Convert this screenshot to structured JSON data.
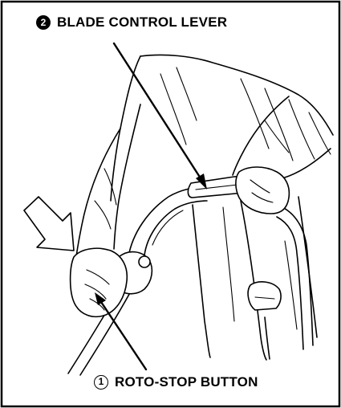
{
  "callouts": {
    "blade_control_lever": {
      "number": "2",
      "label": "BLADE CONTROL LEVER"
    },
    "roto_stop_button": {
      "number": "1",
      "label": "ROTO-STOP BUTTON"
    }
  },
  "icons": {
    "push_direction_arrow": "outlined-arrow-pointing-down-right",
    "leader_arrows": "solid-pointer-arrows"
  },
  "colors": {
    "line": "#000000",
    "background": "#ffffff"
  }
}
